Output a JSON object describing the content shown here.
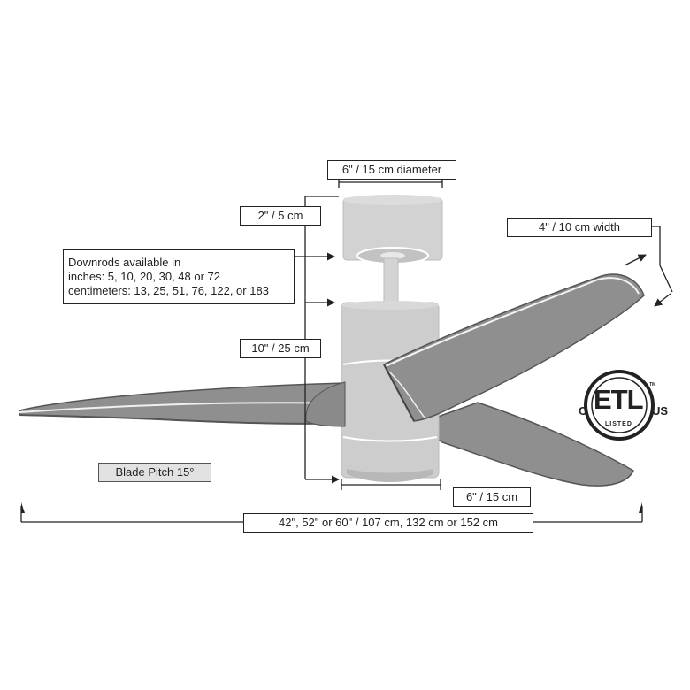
{
  "labels": {
    "diameter": "6\" / 15 cm diameter",
    "canopy_height": "2\" / 5 cm",
    "downrods_line1": "Downrods available in",
    "downrods_line2": "inches: 5, 10, 20, 30, 48 or 72",
    "downrods_line3": "centimeters: 13, 25, 51, 76, 122, or 183",
    "motor_height": "10\" / 25 cm",
    "blade_width": "4\" / 10 cm width",
    "light_width": "6\" / 15 cm",
    "blade_pitch": "Blade Pitch 15°",
    "span": "42\", 52\" or 60\" / 107 cm, 132 cm or 152 cm"
  },
  "certification": {
    "mark": "ETL",
    "left": "C",
    "right": "US",
    "bottom": "LISTED",
    "small": "TM"
  },
  "colors": {
    "blade": "#8f8f8f",
    "blade_edge": "#5a5a5a",
    "body": "#cfcfcf",
    "line": "#222222"
  }
}
